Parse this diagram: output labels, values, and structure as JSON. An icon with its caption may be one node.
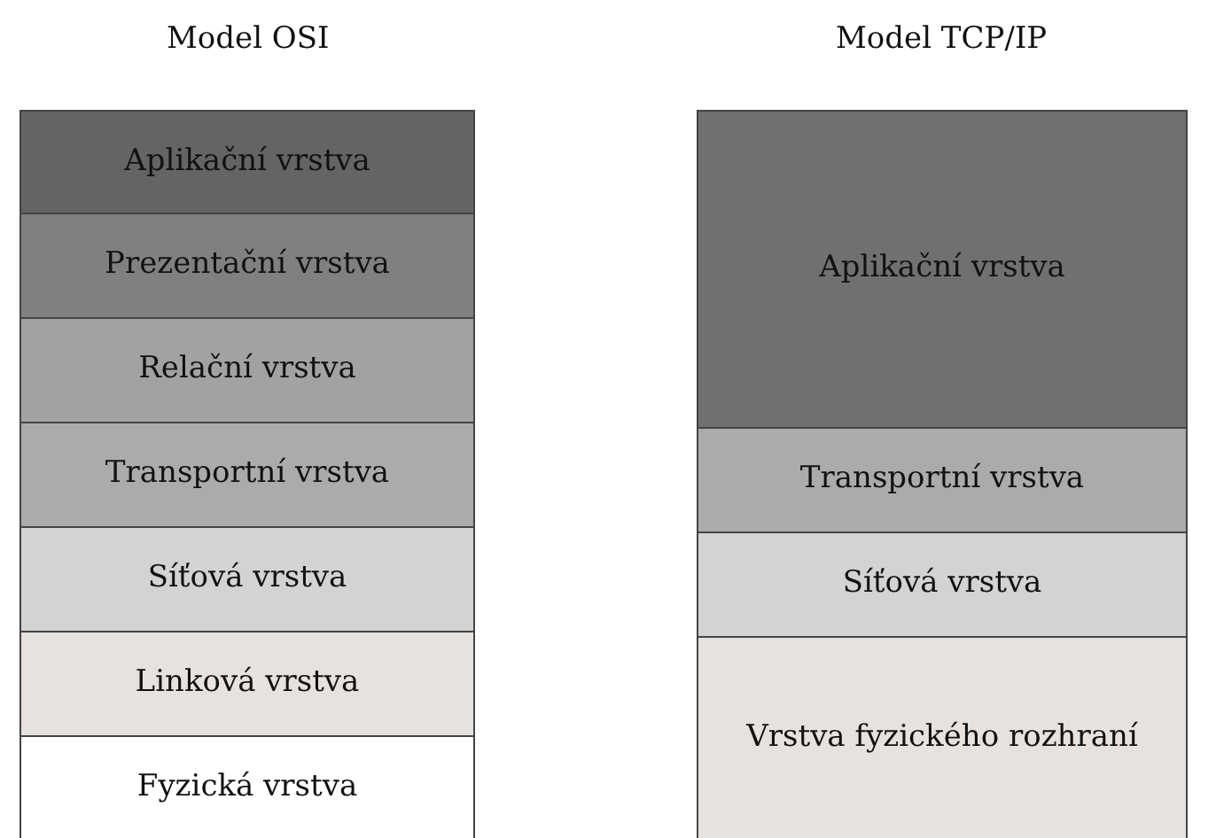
{
  "diagram": {
    "nodes": [
      {
        "text": [
          "Aplikační vrstva"
        ]
      },
      {
        "text": [
          "Prezentační vrstva"
        ]
      },
      {
        "text": [
          "Relační vrstva"
        ]
      },
      {
        "text": [
          "Transportní vrstva"
        ]
      },
      {
        "text": [
          "Síťová vrstva"
        ]
      },
      {
        "text": [
          "Linková vrstva"
        ]
      },
      {
        "text": [
          "Fyzická vrstva"
        ]
      },
      {
        "text": [
          "Aplikační vrstva"
        ]
      },
      {
        "text": [
          "Transportní vrstva"
        ]
      },
      {
        "text": [
          "Síťová vrstva"
        ]
      },
      {
        "text": [
          "Vrstva fyzického rozhraní"
        ]
      }
    ],
    "labels": [
      "Model OSI",
      "Model TCP/IP"
    ]
  }
}
